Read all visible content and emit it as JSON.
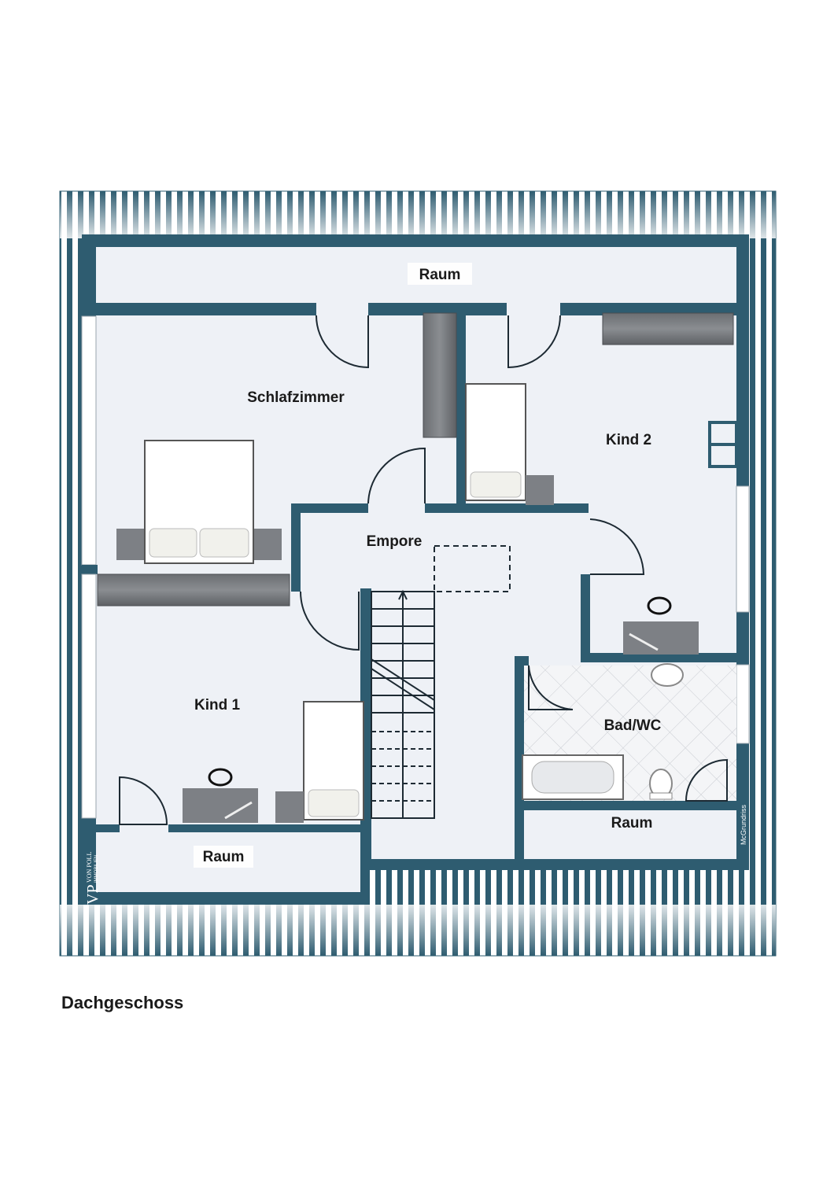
{
  "floor_title": "Dachgeschoss",
  "rooms": {
    "raum_top": "Raum",
    "schlafzimmer": "Schlafzimmer",
    "kind2": "Kind 2",
    "empore": "Empore",
    "kind1": "Kind 1",
    "bad_wc": "Bad/WC",
    "raum_bottom_left": "Raum",
    "raum_bottom_right": "Raum"
  },
  "logo": {
    "letters": "VP",
    "line1": "VON POLL",
    "line2": "IMMOBILIEN"
  },
  "credit": "McGrundriss",
  "colors": {
    "wall": "#2e5c70",
    "floor": "#eef1f6",
    "bath_tile": "#f4f5f7"
  }
}
